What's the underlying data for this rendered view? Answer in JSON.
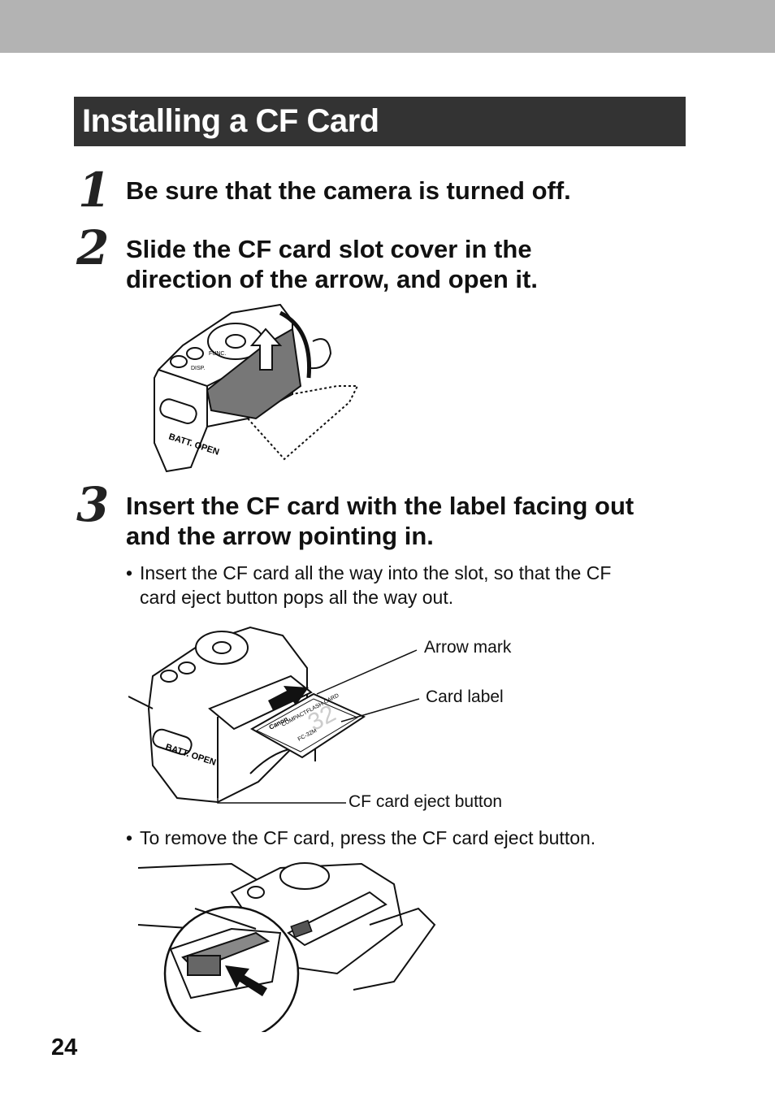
{
  "page": {
    "title": "Installing a CF Card",
    "page_number": "24"
  },
  "steps": [
    {
      "number": "1",
      "heading": "Be sure that the camera is turned off."
    },
    {
      "number": "2",
      "heading_line1": "Slide the CF card slot cover in the",
      "heading_line2": "direction of the arrow, and open it."
    },
    {
      "number": "3",
      "heading_line1": "Insert the CF card with the label facing out",
      "heading_line2": "and the arrow pointing in.",
      "bullet1_line1": "Insert the CF card all the way into the slot, so that the CF",
      "bullet1_line2": "card eject button pops all the way out.",
      "bullet2": "To remove the CF card, press the CF card eject button."
    }
  ],
  "bullet_mark": "•",
  "figure_labels": {
    "batt_open": "BATT. OPEN",
    "func": "FUNC.",
    "disp": "DISP.",
    "card_brand": "Canon",
    "card_type": "COMPACTFLASH CARD",
    "card_model": "FC-32M",
    "card_capacity": "32"
  },
  "callouts": {
    "arrow_mark": "Arrow mark",
    "card_label": "Card label",
    "eject_button": "CF card eject button"
  }
}
